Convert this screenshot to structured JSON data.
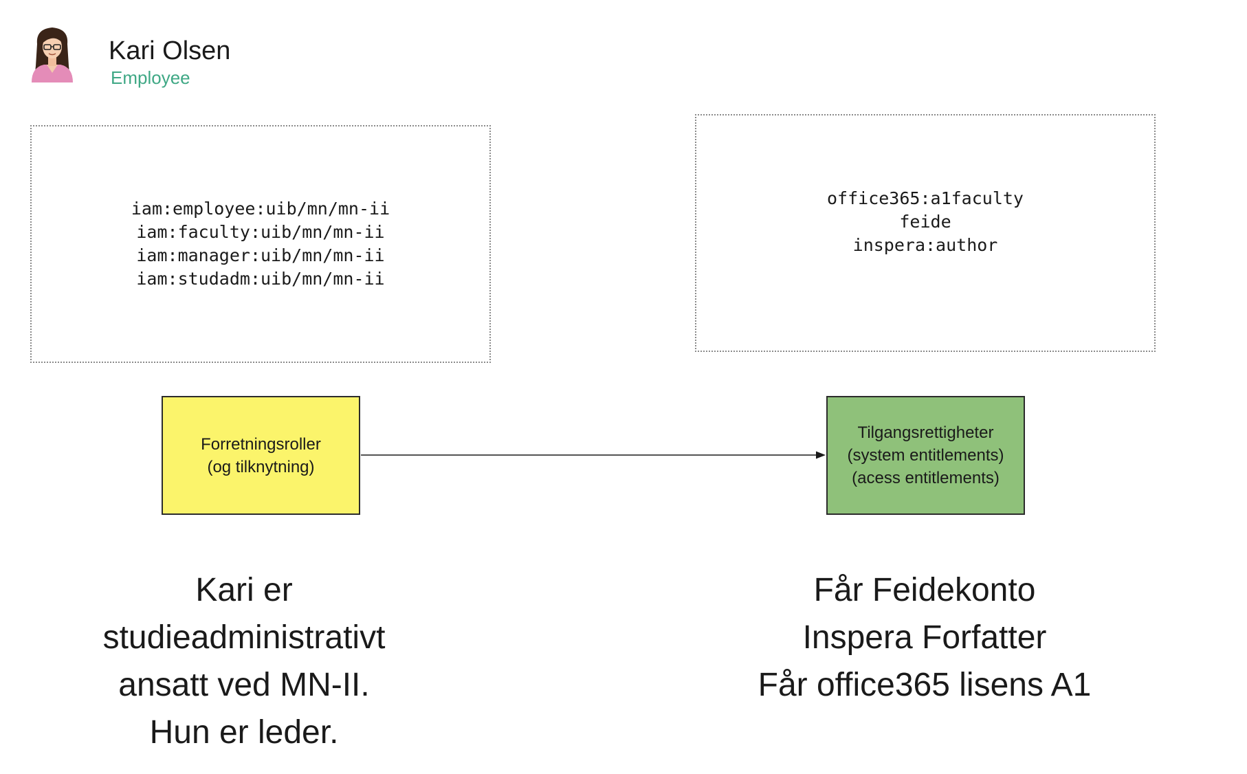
{
  "colors": {
    "role_text": "#3fa885",
    "business_roles_fill": "#fbf46b",
    "access_fill": "#8fc17a"
  },
  "person": {
    "icon": "person-avatar-icon",
    "name": "Kari Olsen",
    "role": "Employee"
  },
  "roles_box": {
    "lines": [
      "iam:employee:uib/mn/mn-ii",
      "iam:faculty:uib/mn/mn-ii",
      "iam:manager:uib/mn/mn-ii",
      "iam:studadm:uib/mn/mn-ii"
    ]
  },
  "entitlements_box": {
    "lines": [
      "office365:a1faculty",
      "feide",
      "inspera:author"
    ]
  },
  "business_roles_node": {
    "lines": [
      "Forretningsroller",
      "(og tilknytning)"
    ]
  },
  "access_node": {
    "lines": [
      "Tilgangsrettigheter",
      "(system entitlements)",
      "(acess entitlements)"
    ]
  },
  "left_caption": {
    "lines": [
      "Kari er",
      "studieadministrativt",
      "ansatt ved MN-II.",
      "Hun er leder."
    ]
  },
  "right_caption": {
    "lines": [
      "Får Feidekonto",
      "Inspera Forfatter",
      "Får office365 lisens A1"
    ]
  }
}
